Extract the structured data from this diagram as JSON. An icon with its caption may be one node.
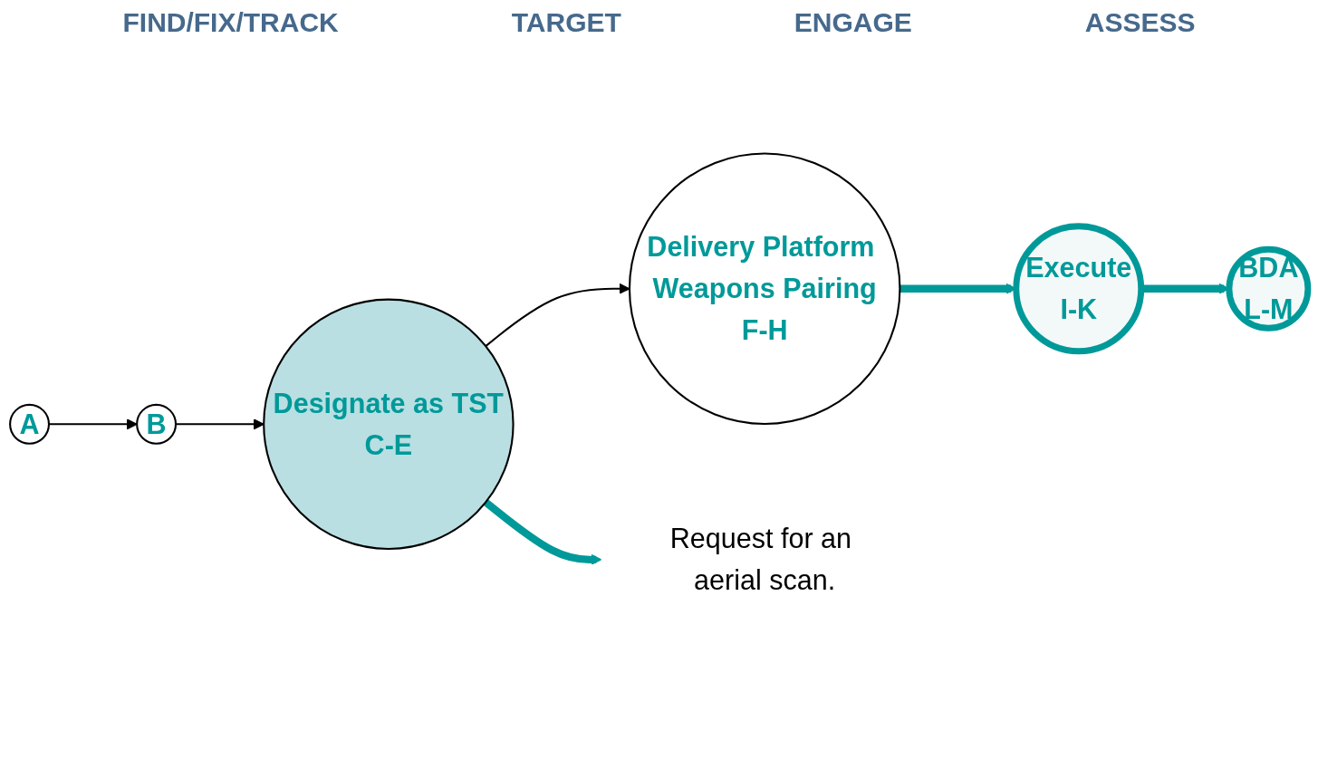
{
  "diagram": {
    "nodes": [
      {
        "text": [
          "A"
        ]
      },
      {
        "text": [
          "B"
        ]
      },
      {
        "text": [
          "Designate as TST",
          "C-E"
        ]
      },
      {
        "text": [
          "Delivery Platform Weapons Pairing",
          "F-H"
        ]
      },
      {
        "text": [
          "Execute",
          "I-K"
        ]
      },
      {
        "text": [
          "BDA",
          "L-M"
        ]
      },
      {
        "text": [
          "Request for an aerial scan."
        ]
      }
    ],
    "edges": [
      {
        "from": 0,
        "to": 1,
        "arrow": "to"
      },
      {
        "from": 1,
        "to": 2,
        "arrow": "to"
      },
      {
        "from": 2,
        "to": 3,
        "arrow": "to"
      },
      {
        "from": 3,
        "to": 4,
        "arrow": "to",
        "style": "thick",
        "color": "#009999"
      },
      {
        "from": 4,
        "to": 5,
        "arrow": "to",
        "style": "thick",
        "color": "#009999"
      },
      {
        "from": 2,
        "to": 6,
        "arrow": "to",
        "style": "thick",
        "color": "#009999"
      }
    ],
    "labels": [
      "FIND/FIX/TRACK",
      "TARGET",
      "ENGAGE",
      "ASSESS"
    ]
  }
}
